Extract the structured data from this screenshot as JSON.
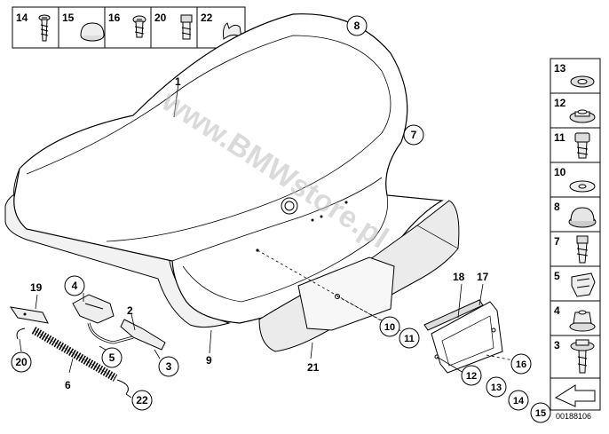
{
  "watermark": "www.BMWstore.pl",
  "diagram_code": "00188106",
  "top_strip": [
    {
      "num": "14",
      "icon": "screw-long-icon"
    },
    {
      "num": "15",
      "icon": "cap-icon"
    },
    {
      "num": "16",
      "icon": "screw-short-icon"
    },
    {
      "num": "20",
      "icon": "bolt-icon"
    },
    {
      "num": "22",
      "icon": "clip-icon"
    }
  ],
  "right_column": [
    {
      "num": "13",
      "icon": "washer-icon"
    },
    {
      "num": "12",
      "icon": "nut-flange-icon"
    },
    {
      "num": "11",
      "icon": "bolt-icon"
    },
    {
      "num": "10",
      "icon": "washer-flat-icon"
    },
    {
      "num": "8",
      "icon": "grommet-icon"
    },
    {
      "num": "7",
      "icon": "bumper-stop-icon"
    },
    {
      "num": "5",
      "icon": "clip-bracket-icon"
    },
    {
      "num": "4",
      "icon": "hex-nut-icon"
    },
    {
      "num": "3",
      "icon": "flange-bolt-icon"
    }
  ],
  "callouts": {
    "c1": "1",
    "c2": "2",
    "c3": "3",
    "c4": "4",
    "c5": "5",
    "c6": "6",
    "c7": "7",
    "c8": "8",
    "c9": "9",
    "c10": "10",
    "c11": "11",
    "c12": "12",
    "c13": "13",
    "c14": "14",
    "c15": "15",
    "c16": "16",
    "c17": "17",
    "c18": "18",
    "c19": "19",
    "c20": "20",
    "c21": "21",
    "c22": "22"
  }
}
